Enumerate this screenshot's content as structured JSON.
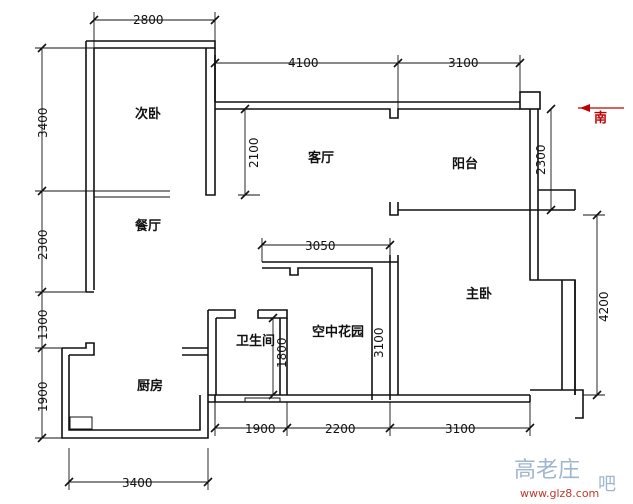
{
  "rooms": {
    "secondary_bedroom": "次卧",
    "living_room": "客厅",
    "balcony": "阳台",
    "dining_room": "餐厅",
    "master_bedroom": "主卧",
    "bathroom": "卫生间",
    "sky_garden": "空中花园",
    "kitchen": "厨房"
  },
  "compass": {
    "south_label": "南",
    "arrow_color": "#c00000"
  },
  "dimensions": {
    "top_2800": "2800",
    "top_4100": "4100",
    "top_3100": "3100",
    "left_3400": "3400",
    "left_2300": "2300",
    "left_1300": "1300",
    "left_1900": "1900",
    "living_2100": "2100",
    "balcony_2300": "2300",
    "garden_3050": "3050",
    "garden_3100": "3100",
    "bath_1800": "1800",
    "right_4200": "4200",
    "bottom_1900": "1900",
    "bottom_2200": "2200",
    "bottom_3100": "3100",
    "bottom_3400": "3400"
  },
  "watermark": {
    "logo": "高老庄",
    "url": "www.glz8.com",
    "suffix": "吧"
  }
}
